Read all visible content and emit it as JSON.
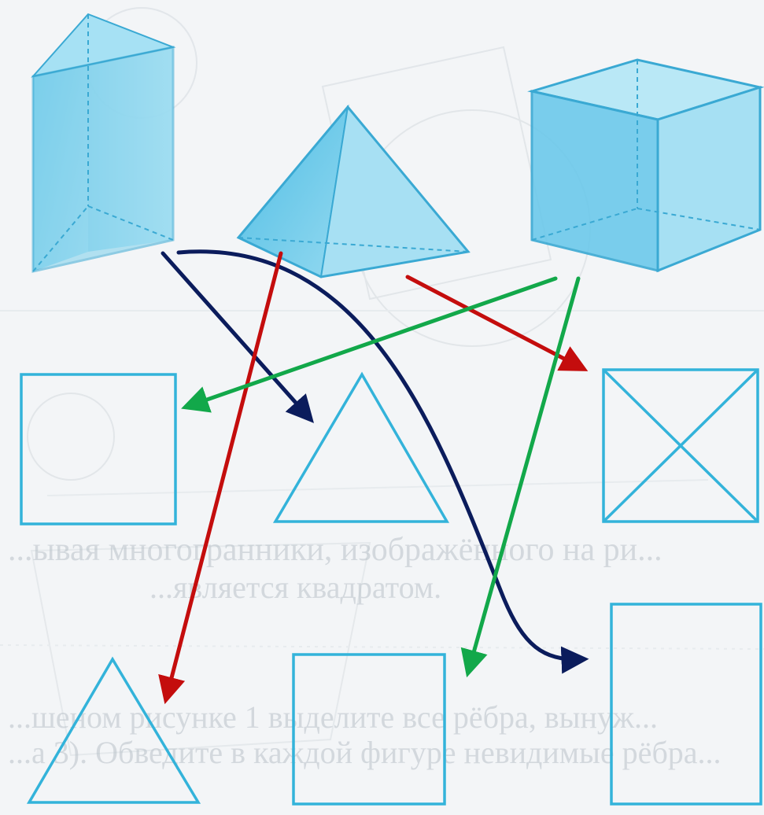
{
  "colors": {
    "solid_fill": "#7fd3ec",
    "solid_fill_light": "#bfe9f6",
    "solid_stroke": "#3aa9d3",
    "view_stroke": "#33b3da",
    "arrow_navy": "#0b1c5c",
    "arrow_red": "#c40d0d",
    "arrow_green": "#12a84a",
    "background_text": "#b9c2c9"
  },
  "solids": [
    {
      "name": "triangular-prism",
      "icon": "prism-icon"
    },
    {
      "name": "pyramid",
      "icon": "pyramid-icon"
    },
    {
      "name": "cube",
      "icon": "cube-icon"
    }
  ],
  "views": [
    {
      "name": "view-square",
      "icon": "square-icon"
    },
    {
      "name": "view-triangle",
      "icon": "triangle-icon"
    },
    {
      "name": "view-square-with-diagonals",
      "icon": "crossed-square-icon"
    },
    {
      "name": "view-triangle-bottom",
      "icon": "triangle-icon"
    },
    {
      "name": "view-square-bottom-middle",
      "icon": "square-icon"
    },
    {
      "name": "view-square-bottom-right",
      "icon": "square-icon"
    }
  ],
  "arrows": [
    {
      "from": "triangular-prism",
      "to": "view-triangle",
      "color": "navy"
    },
    {
      "from": "triangular-prism",
      "to": "view-square-bottom-right",
      "color": "navy"
    },
    {
      "from": "pyramid",
      "to": "view-triangle-bottom",
      "color": "red"
    },
    {
      "from": "pyramid",
      "to": "view-square-with-diagonals",
      "color": "red"
    },
    {
      "from": "cube",
      "to": "view-square",
      "color": "green"
    },
    {
      "from": "cube",
      "to": "view-square-bottom-middle",
      "color": "green"
    }
  ],
  "background_text": {
    "line1": "...ывая многогранники, изображённого на ри...",
    "line2": "...является квадратом.",
    "line3": "...шеном рисунке 1 выделите все рёбра, вынуж...",
    "line4": "...а 3). Обведите в каждой фигуре невидимые рёбра..."
  }
}
